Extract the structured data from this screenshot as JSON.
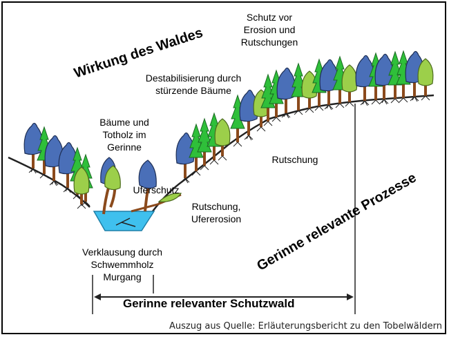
{
  "title": "Wirkung des Waldes",
  "right_title": "Gerinne relevante Prozesse",
  "bottom_label": "Gerinne relevanter Schutzwald",
  "source": "Auszug aus Quelle: Erläuterungsbericht zu den Tobelwäldern",
  "labels": {
    "schutz_erosion": "Schutz vor\nErosion und\nRutschungen",
    "destabilisierung": "Destabilisierung durch\nstürzende Bäume",
    "baeume_totholz": "Bäume und\nTotholz im\nGerinne",
    "uferschutz": "Uferschutz",
    "rutschung_upper": "Rutschung",
    "rutschung_ufererosion": "Rutschung,\nUfererosion",
    "verklausung": "Verklausung durch\nSchwemmholz\nMurgang"
  },
  "colors": {
    "water": "#3fc0ee",
    "tree_blue": "#4a6fb8",
    "tree_green": "#9ccf4a",
    "conifer_green": "#2fbf3a",
    "trunk": "#8b4a1c",
    "ground": "#222222"
  }
}
